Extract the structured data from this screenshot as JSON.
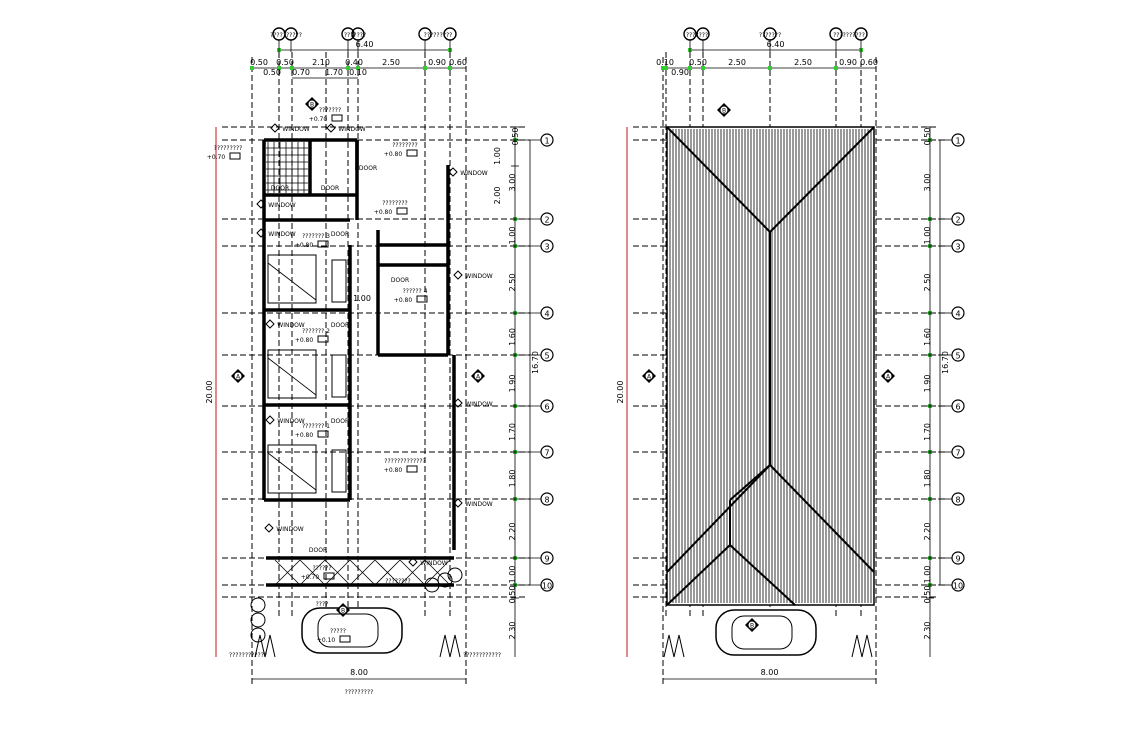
{
  "colors": {
    "line": "#000000",
    "dim_point": "#33cc33",
    "overall_dim": "#c0141c"
  },
  "grid_rows": [
    "1",
    "2",
    "3",
    "4",
    "5",
    "6",
    "7",
    "8",
    "9",
    "10"
  ],
  "floor_plan": {
    "top_overall": "6.40",
    "top_row1": [
      "0.50",
      "0.50",
      "2.10",
      "0.40",
      "2.50",
      "0.90",
      "0.60"
    ],
    "top_row2": [
      "0.50",
      "0.70",
      "1.70",
      "0.10"
    ],
    "column_bubble_labels": [
      "??????????",
      "???????",
      "?????????"
    ],
    "side_dims": [
      "0.50",
      "1.00",
      "3.00",
      "2.00",
      "1.00",
      "2.50",
      "1.60",
      "1.90",
      "1.70",
      "1.80",
      "2.20",
      "1.00",
      "0.50",
      "2.30"
    ],
    "side_total": "16.70",
    "overall_height": "20.00",
    "overall_width": "8.00",
    "caption": "?????????",
    "section_marker": "A",
    "window_label": "WINDOW",
    "door_label": "DOOR",
    "room_labels": [
      {
        "name": "???????",
        "level": "+0.70"
      },
      {
        "name": "????????",
        "level": "+0.80"
      },
      {
        "name": "????????",
        "level": "+0.80"
      },
      {
        "name": "??????? 3",
        "level": "+0.80"
      },
      {
        "name": "?????? 4",
        "level": "+0.80"
      },
      {
        "name": "??????? 2",
        "level": "+0.80"
      },
      {
        "name": "??????? 1",
        "level": "+0.80"
      },
      {
        "name": "?????????????",
        "level": "+0.80"
      },
      {
        "name": "??????",
        "level": "+0.70"
      },
      {
        "name": "?????",
        "level": "+0.10"
      },
      {
        "name": "?????????",
        "level": "+0.70"
      }
    ],
    "dim_1_00": "1.00",
    "garage_label": "????",
    "terrace_label": "????????",
    "boundary_left": "????????????",
    "boundary_right": "????????????"
  },
  "roof_plan": {
    "top_overall": "6.40",
    "top_row1": [
      "0.10",
      "0.50",
      "2.50",
      "2.50",
      "0.90",
      "0.60"
    ],
    "top_row2": [
      "0.90"
    ],
    "column_bubble_labels": [
      "???????",
      "???????",
      "??????????"
    ],
    "side_dims": [
      "0.50",
      "3.00",
      "1.00",
      "2.50",
      "1.60",
      "1.90",
      "1.70",
      "1.80",
      "2.20",
      "1.00",
      "0.50",
      "2.30"
    ],
    "side_total": "16.70",
    "overall_height": "20.00",
    "overall_width": "8.00",
    "section_marker": "A"
  }
}
